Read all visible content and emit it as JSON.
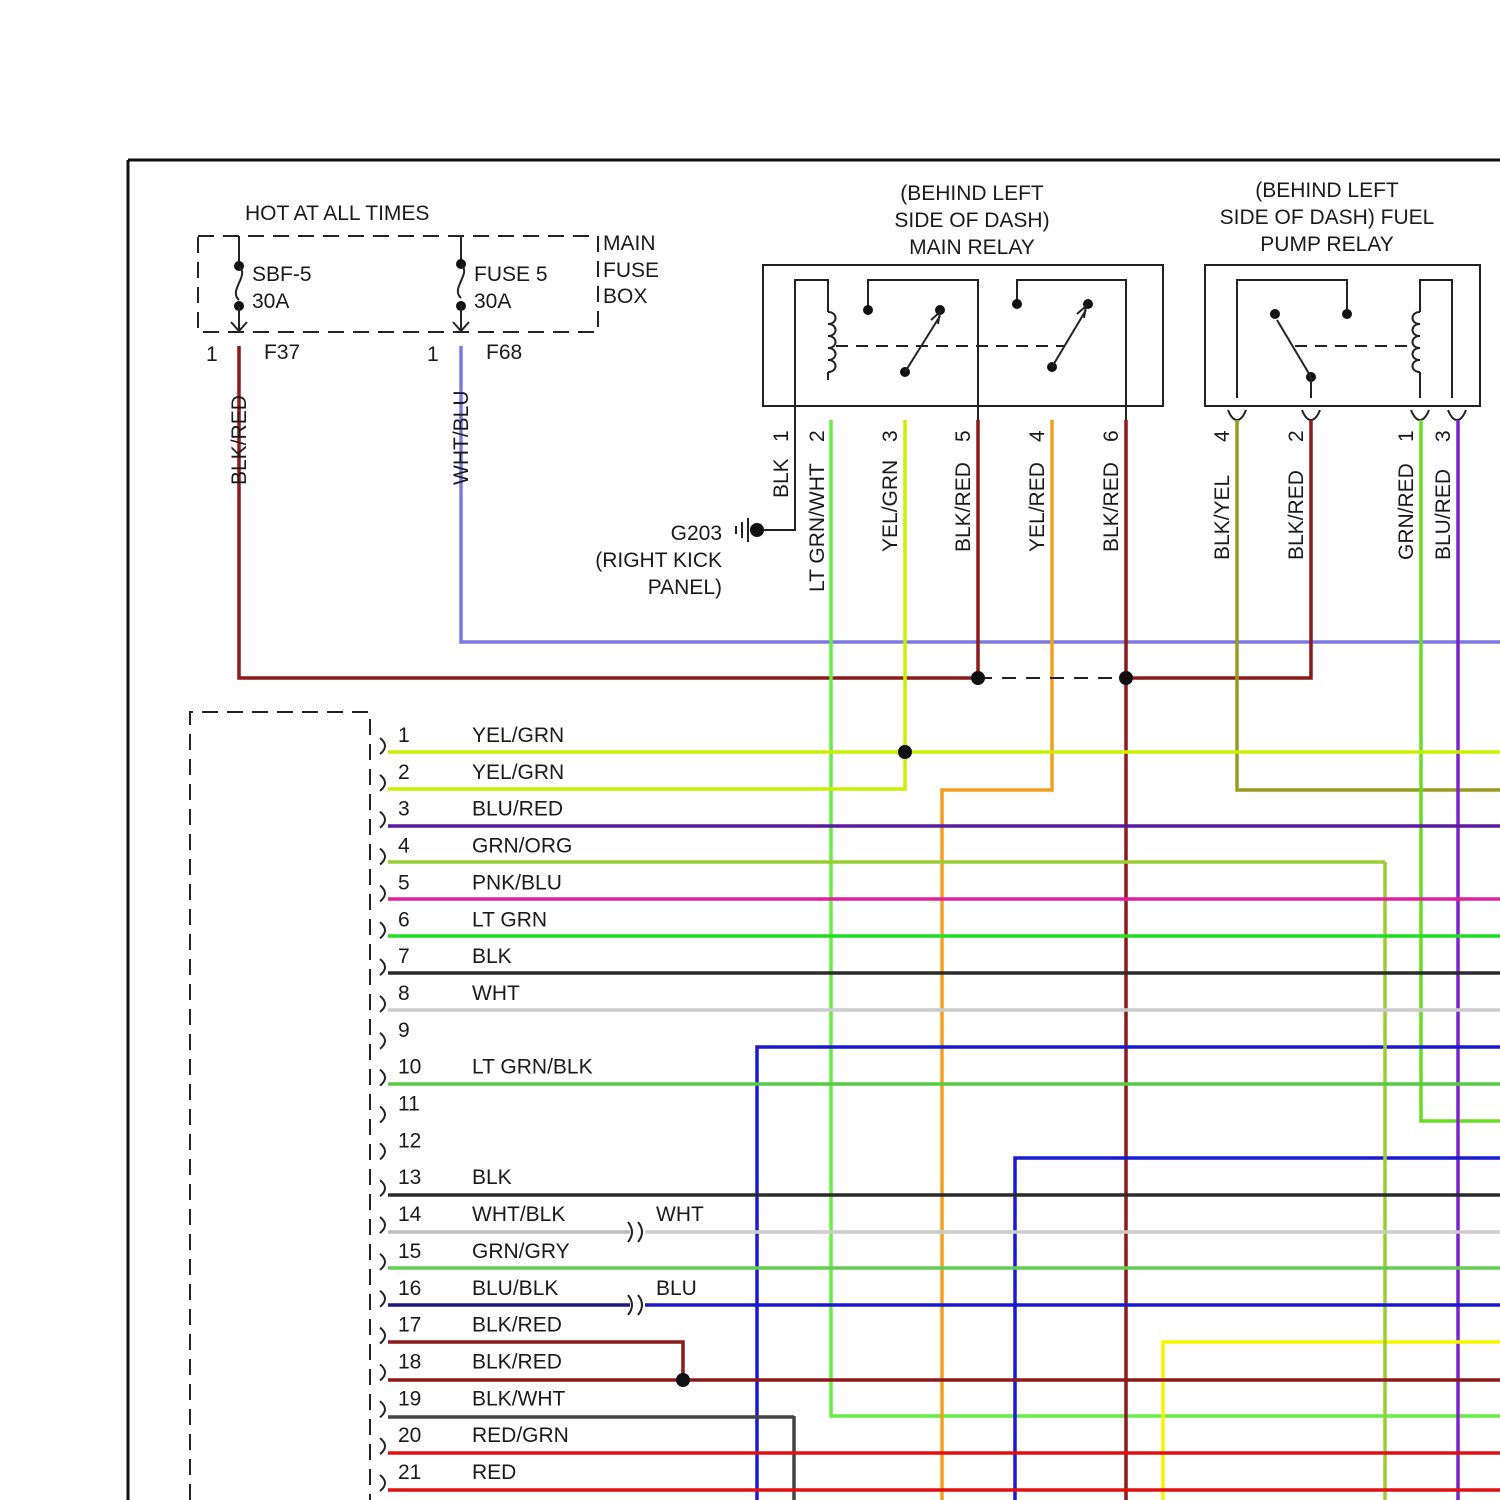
{
  "fuse_box": {
    "hot_label": "HOT AT ALL TIMES",
    "box_label": [
      "MAIN",
      "FUSE",
      "BOX"
    ],
    "fuses": [
      {
        "name": "SBF-5",
        "rating": "30A",
        "pin": "1",
        "terminal": "F37",
        "wire": "BLK/RED"
      },
      {
        "name": "FUSE 5",
        "rating": "30A",
        "pin": "1",
        "terminal": "F68",
        "wire": "WHT/BLU"
      }
    ]
  },
  "main_relay": {
    "title": [
      "(BEHIND LEFT",
      "SIDE OF DASH)",
      "MAIN RELAY"
    ],
    "pins": [
      {
        "pin": "1",
        "wire": "BLK"
      },
      {
        "pin": "2",
        "wire": "LT GRN/WHT"
      },
      {
        "pin": "3",
        "wire": "YEL/GRN"
      },
      {
        "pin": "5",
        "wire": "BLK/RED"
      },
      {
        "pin": "4",
        "wire": "YEL/RED"
      },
      {
        "pin": "6",
        "wire": "BLK/RED"
      }
    ]
  },
  "fuel_pump_relay": {
    "title": [
      "(BEHIND LEFT",
      "SIDE OF DASH) FUEL",
      "PUMP RELAY"
    ],
    "pins": [
      {
        "pin": "4",
        "wire": "BLK/YEL"
      },
      {
        "pin": "2",
        "wire": "BLK/RED"
      },
      {
        "pin": "1",
        "wire": "GRN/RED"
      },
      {
        "pin": "3",
        "wire": "BLU/RED"
      }
    ]
  },
  "ground": {
    "name": "G203",
    "location": [
      "(RIGHT KICK",
      "PANEL)"
    ]
  },
  "connector_rows": [
    {
      "pin": "1",
      "wire": "YEL/GRN"
    },
    {
      "pin": "2",
      "wire": "YEL/GRN"
    },
    {
      "pin": "3",
      "wire": "BLU/RED"
    },
    {
      "pin": "4",
      "wire": "GRN/ORG"
    },
    {
      "pin": "5",
      "wire": "PNK/BLU"
    },
    {
      "pin": "6",
      "wire": "LT GRN"
    },
    {
      "pin": "7",
      "wire": "BLK"
    },
    {
      "pin": "8",
      "wire": "WHT"
    },
    {
      "pin": "9",
      "wire": ""
    },
    {
      "pin": "10",
      "wire": "LT GRN/BLK"
    },
    {
      "pin": "11",
      "wire": ""
    },
    {
      "pin": "12",
      "wire": ""
    },
    {
      "pin": "13",
      "wire": "BLK"
    },
    {
      "pin": "14",
      "wire": "WHT/BLK"
    },
    {
      "pin": "15",
      "wire": "GRN/GRY"
    },
    {
      "pin": "16",
      "wire": "BLU/BLK"
    },
    {
      "pin": "17",
      "wire": "BLK/RED"
    },
    {
      "pin": "18",
      "wire": "BLK/RED"
    },
    {
      "pin": "19",
      "wire": "BLK/WHT"
    },
    {
      "pin": "20",
      "wire": "RED/GRN"
    },
    {
      "pin": "21",
      "wire": "RED"
    }
  ],
  "splice_labels": {
    "row14": "WHT",
    "row16": "BLU"
  },
  "colors": {
    "black": "#2b2b2b",
    "red": "#e01010",
    "blue": "#1a1ad0",
    "light_blue": "#7a7ae0",
    "yellow": "#f5f500",
    "yellow_green": "#c8f000",
    "green": "#22dd22",
    "light_green": "#66ee44",
    "olive": "#9acd32",
    "magenta": "#e0209a",
    "purple": "#7a22cc",
    "white_wire": "#cccccc",
    "orange": "#f0a020",
    "dark_red": "#8b1a1a"
  }
}
